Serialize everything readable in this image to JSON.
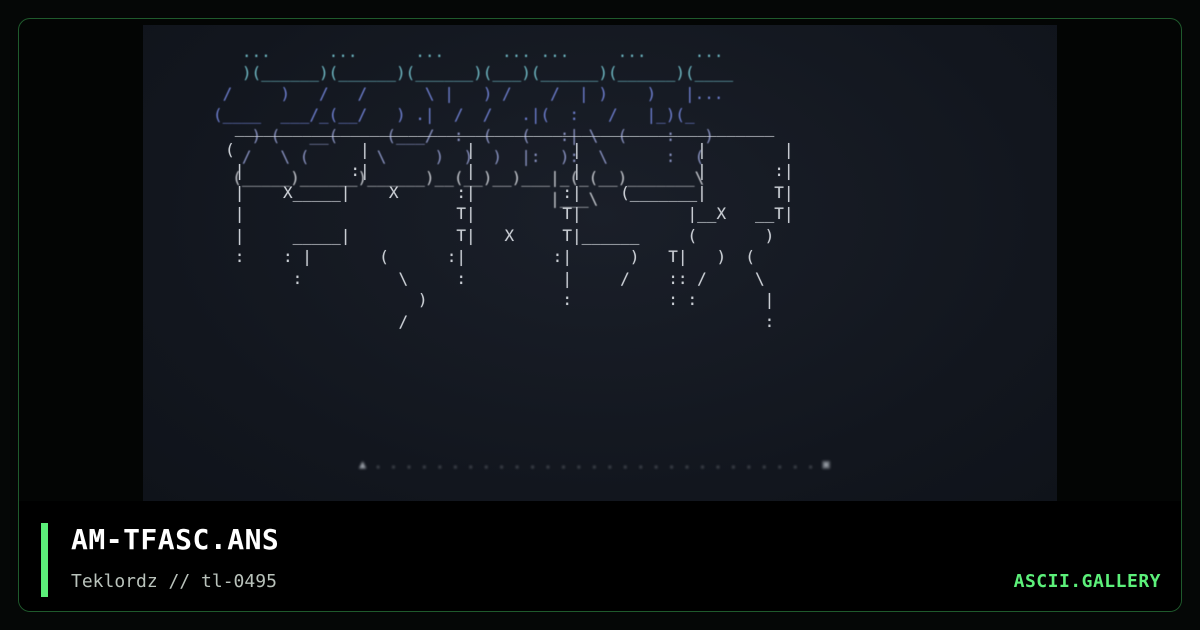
{
  "artwork": {
    "title": "AM-TFASC.ANS",
    "artist": "Teklordz",
    "pack": "tl-0495",
    "subtitle": "Teklordz // tl-0495"
  },
  "site": {
    "name": "ASCII.GALLERY"
  },
  "colors": {
    "accent": "#5cf07a",
    "frame_border": "#1f5a2c",
    "art_background": "#151a22"
  }
}
